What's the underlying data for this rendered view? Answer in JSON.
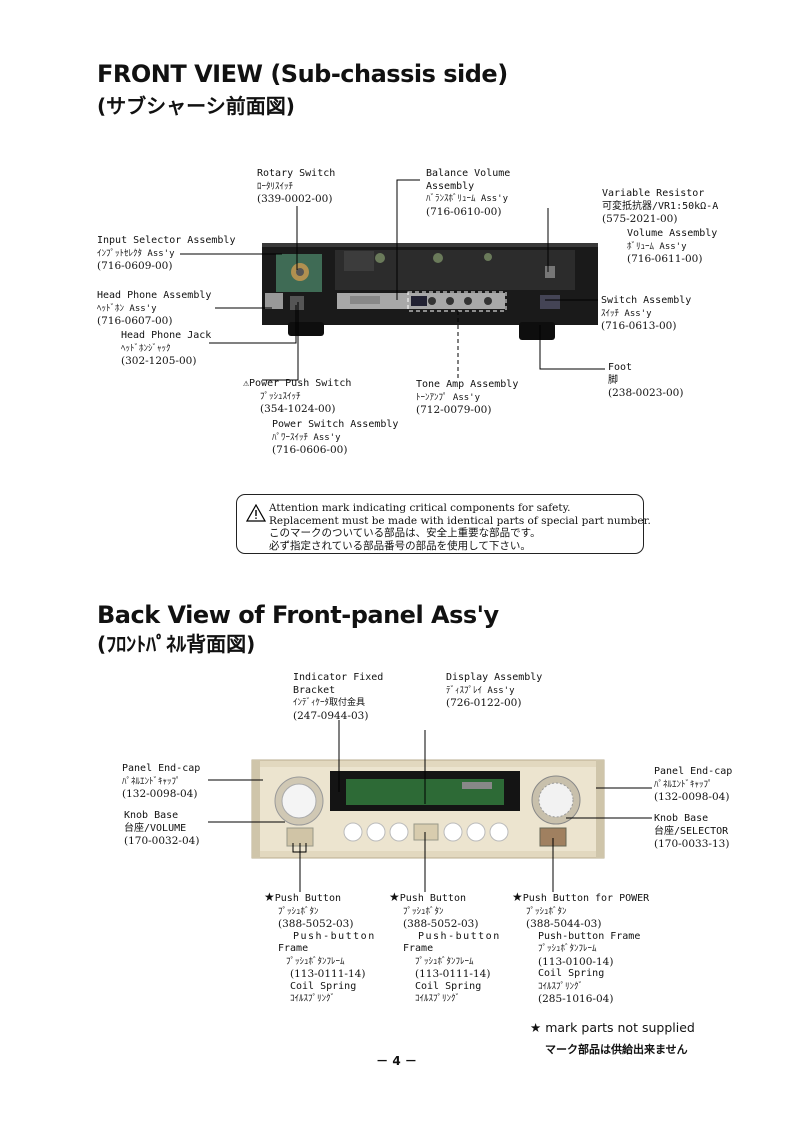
{
  "front": {
    "title": "FRONT VIEW (Sub-chassis side)",
    "subtitle": "(サブシャーシ前面図)",
    "rotary": [
      "Rotary Switch",
      "ﾛｰﾀﾘｽｲｯﾁ",
      "(339-0002-00)"
    ],
    "balance": [
      "Balance Volume",
      "Assembly",
      "ﾊﾞﾗﾝｽﾎﾞﾘｭｰﾑ Ass'y",
      "(716-0610-00)"
    ],
    "varres": [
      "Variable Resistor",
      "可変抵抗器/VR1:50kΩ-A",
      "(575-2021-00)"
    ],
    "volume": [
      "Volume Assembly",
      "ﾎﾞﾘｭｰﾑ Ass'y",
      "(716-0611-00)"
    ],
    "input": [
      "Input Selector Assembly",
      "ｲﾝﾌﾟｯﾄｾﾚｸﾀ Ass'y",
      "(716-0609-00)"
    ],
    "headphone": [
      "Head Phone Assembly",
      "ﾍｯﾄﾞﾎﾝ Ass'y",
      "(716-0607-00)"
    ],
    "jack": [
      "Head Phone Jack",
      "ﾍｯﾄﾞﾎﾝｼﾞｬｯｸ",
      "(302-1205-00)"
    ],
    "switch": [
      "Switch Assembly",
      "ｽｲｯﾁ Ass'y",
      "(716-0613-00)"
    ],
    "foot": [
      "Foot",
      "脚",
      "(238-0023-00)"
    ],
    "power": [
      "Power Push Switch",
      "ﾌﾟｯｼｭｽｲｯﾁ",
      "(354-1024-00)"
    ],
    "powerassy": [
      "Power Switch Assembly",
      "ﾊﾟﾜｰｽｲｯﾁ Ass'y",
      "(716-0606-00)"
    ],
    "tone": [
      "Tone Amp Assembly",
      "ﾄｰﾝｱﾝﾌﾟ Ass'y",
      "(712-0079-00)"
    ]
  },
  "attention": [
    "Attention mark indicating critical components for safety.",
    "Replacement must be made with identical parts of special part number.",
    "このマークのついている部品は、安全上重要な部品です。",
    "必ず指定されている部品番号の部品を使用して下さい。"
  ],
  "back": {
    "title": "Back View of Front-panel Ass'y",
    "subtitle": "(ﾌﾛﾝﾄﾊﾟﾈﾙ背面図)",
    "indicator": [
      "Indicator Fixed",
      "Bracket",
      "ｲﾝﾃﾞｨｹｰﾀ取付金具",
      "(247-0944-03)"
    ],
    "display": [
      "Display Assembly",
      "ﾃﾞｨｽﾌﾟﾚｲ Ass'y",
      "(726-0122-00)"
    ],
    "endcapL": [
      "Panel End-cap",
      "ﾊﾟﾈﾙｴﾝﾄﾞｷｬｯﾌﾟ",
      "(132-0098-04)"
    ],
    "endcapR": [
      "Panel End-cap",
      "ﾊﾟﾈﾙｴﾝﾄﾞｷｬｯﾌﾟ",
      "(132-0098-04)"
    ],
    "knobL": [
      "Knob Base",
      "台座/VOLUME",
      "(170-0032-04)"
    ],
    "knobR": [
      "Knob Base",
      "台座/SELECTOR",
      "(170-0033-13)"
    ],
    "pb1": [
      "Push Button",
      "ﾌﾟｯｼｭﾎﾞﾀﾝ",
      "(388-5052-03)",
      "Push-button",
      "Frame",
      "ﾌﾟｯｼｭﾎﾞﾀﾝﾌﾚｰﾑ",
      "(113-0111-14)",
      "Coil Spring",
      "ｺｲﾙｽﾌﾟﾘﾝｸﾞ"
    ],
    "pb2": [
      "Push Button",
      "ﾌﾟｯｼｭﾎﾞﾀﾝ",
      "(388-5052-03)",
      "Push-button",
      "Frame",
      "ﾌﾟｯｼｭﾎﾞﾀﾝﾌﾚｰﾑ",
      "(113-0111-14)",
      "Coil Spring",
      "ｺｲﾙｽﾌﾟﾘﾝｸﾞ"
    ],
    "pb3": [
      "Push Button for POWER",
      "ﾌﾟｯｼｭﾎﾞﾀﾝ",
      "(388-5044-03)",
      "Push-button Frame",
      "ﾌﾟｯｼｭﾎﾞﾀﾝﾌﾚｰﾑ",
      "(113-0100-14)",
      "Coil Spring",
      "ｺｲﾙｽﾌﾟﾘﾝｸﾞ",
      "(285-1016-04)"
    ]
  },
  "legend": "mark parts not supplied",
  "legend_jp": "マーク部品は供給出来ません",
  "page": "－ 4 －"
}
